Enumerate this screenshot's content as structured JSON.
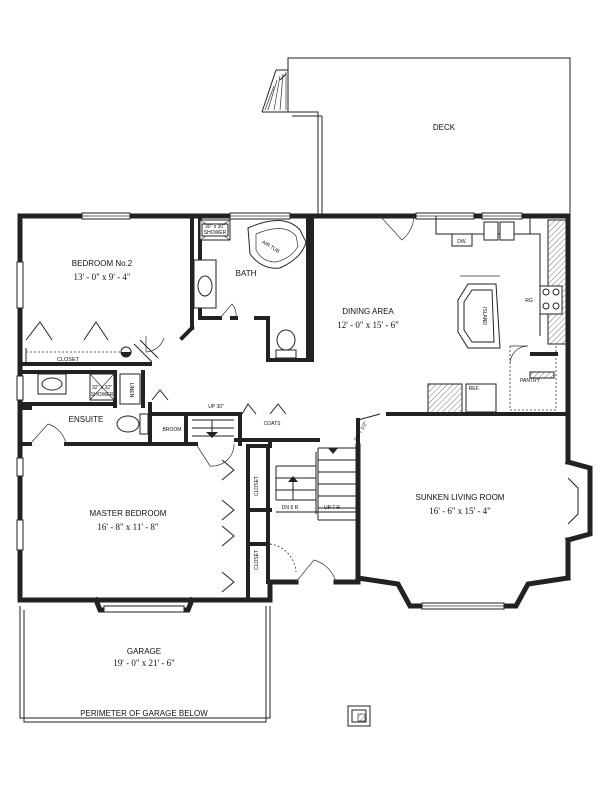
{
  "rooms": {
    "deck": "DECK",
    "bedroom2": {
      "name": "BEDROOM No.2",
      "size": "13' - 0\" x 9' - 4\""
    },
    "bath": "BATH",
    "shower_top": "30\" x 30\"",
    "shower_bottom": "SHOWER",
    "air_tub": "AIR TUB",
    "dining": {
      "name": "DINING AREA",
      "size": "12' - 0\" x 15' - 6\""
    },
    "dw": "DW.",
    "island": "ISLAND",
    "rg": "RG",
    "pantry": "PANTRY",
    "ref": "REF.",
    "closet_bed2": "CLOSET",
    "shower2_top": "32\" x 32\"",
    "shower2_bottom": "SHOWER",
    "linen": "LINEN",
    "ensuite": "ENSUITE",
    "broom": "BROOM",
    "up30": "UP 30\"",
    "coats": "COATS",
    "dn7": "DN 7 1/2\"",
    "master": {
      "name": "MASTER BEDROOM",
      "size": "16' - 8\" x 11' - 8\""
    },
    "closet_m1": "CLOSET",
    "closet_m2": "CLOSET",
    "dn8r": "DN 8 R",
    "up7r": "UP 7 R",
    "living": {
      "name": "SUNKEN LIVING ROOM",
      "size": "16' - 6\" x 15' - 4\""
    },
    "garage": {
      "name": "GARAGE",
      "size": "19' - 0\" x 21' - 6\""
    },
    "perimeter": "PERIMETER OF GARAGE BELOW"
  },
  "icons": [
    "stair-arrow-icon",
    "door-swing-icon",
    "chimney-icon"
  ]
}
